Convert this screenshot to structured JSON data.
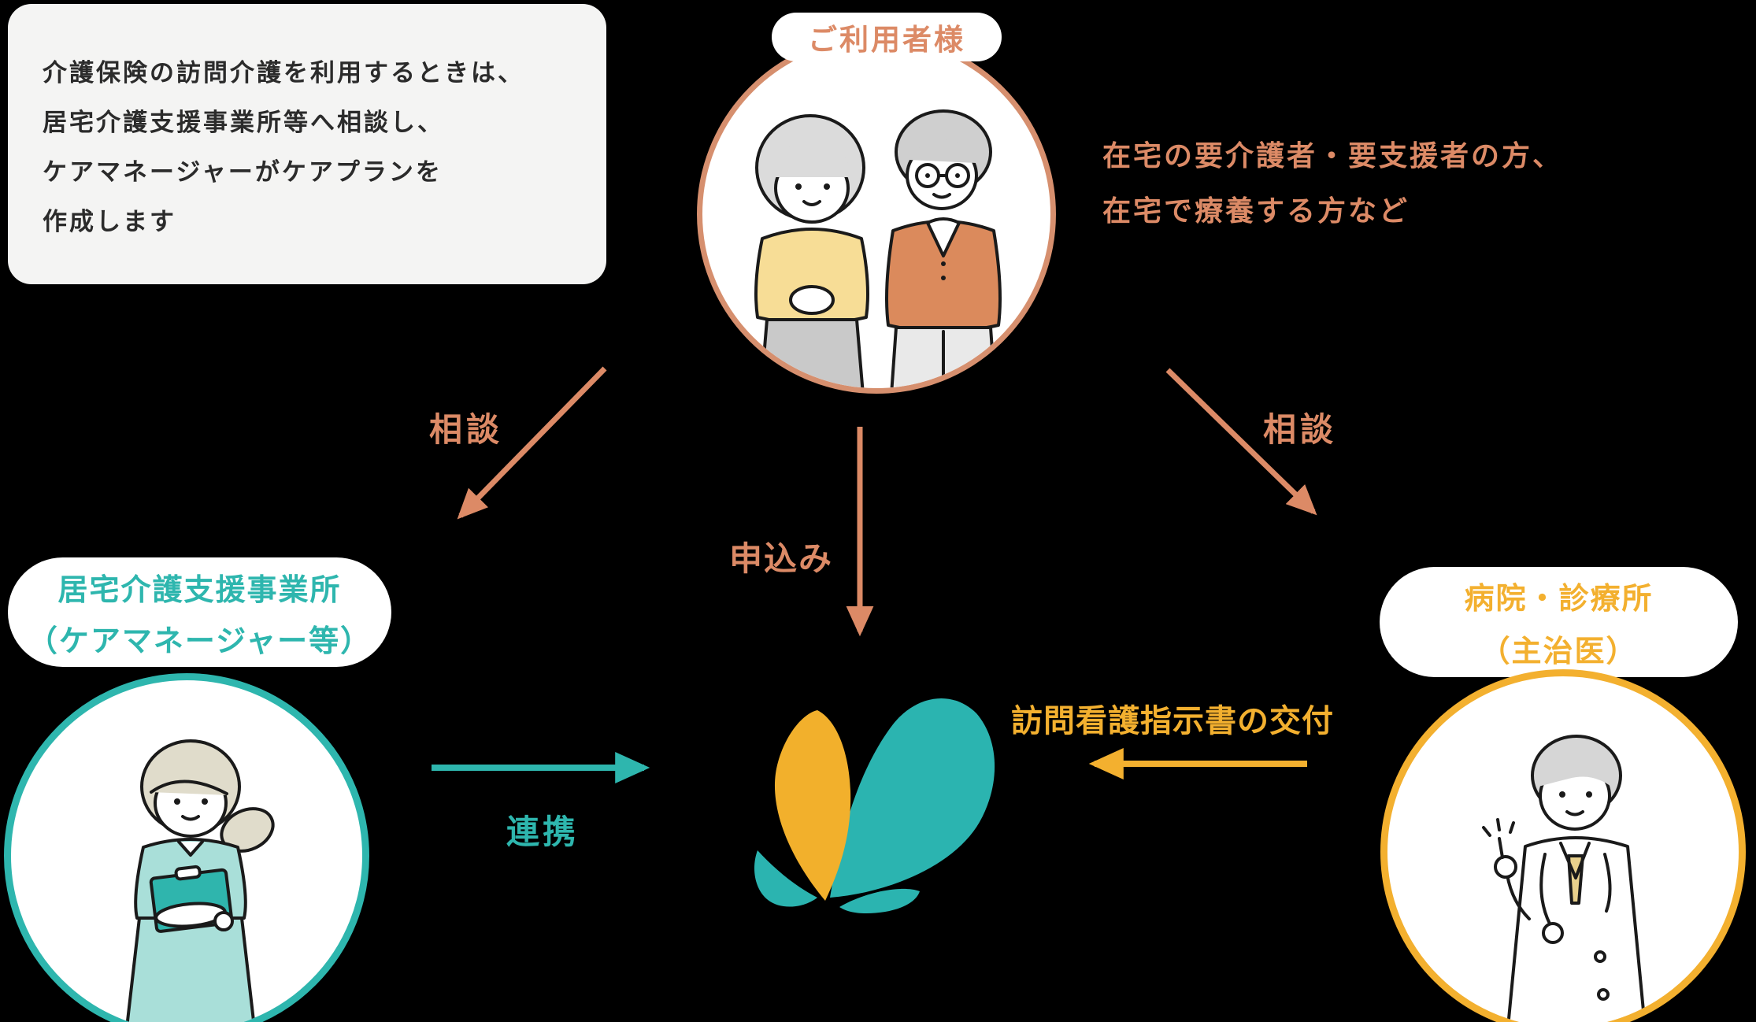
{
  "colors": {
    "background": "#000000",
    "salmon": "#DC8A66",
    "salmon_border": "#D68F6E",
    "teal": "#2EB6AE",
    "teal_light": "#A9DFD9",
    "yellow": "#F3B02F",
    "heart_yellow": "#F2B02C",
    "heart_teal": "#2BB4B0",
    "note_bg": "#F4F4F3",
    "text_dark": "#2B2B2B"
  },
  "note_box": {
    "lines": [
      "介護保険の訪問介護を利用するときは、",
      "居宅介護支援事業所等へ相談し、",
      "ケアマネージャーがケアプランを",
      "作成します"
    ]
  },
  "user": {
    "label": "ご利用者様",
    "description_lines": [
      "在宅の要介護者・要支援者の方、",
      "在宅で療養する方など"
    ]
  },
  "care_office": {
    "title": "居宅介護支援事業所",
    "subtitle": "（ケアマネージャー等）"
  },
  "hospital": {
    "title": "病院・診療所",
    "subtitle": "（主治医）"
  },
  "arrow_labels": {
    "consult_left": "相談",
    "apply": "申込み",
    "consult_right": "相談",
    "cooperate": "連携",
    "directive": "訪問看護指示書の交付"
  }
}
